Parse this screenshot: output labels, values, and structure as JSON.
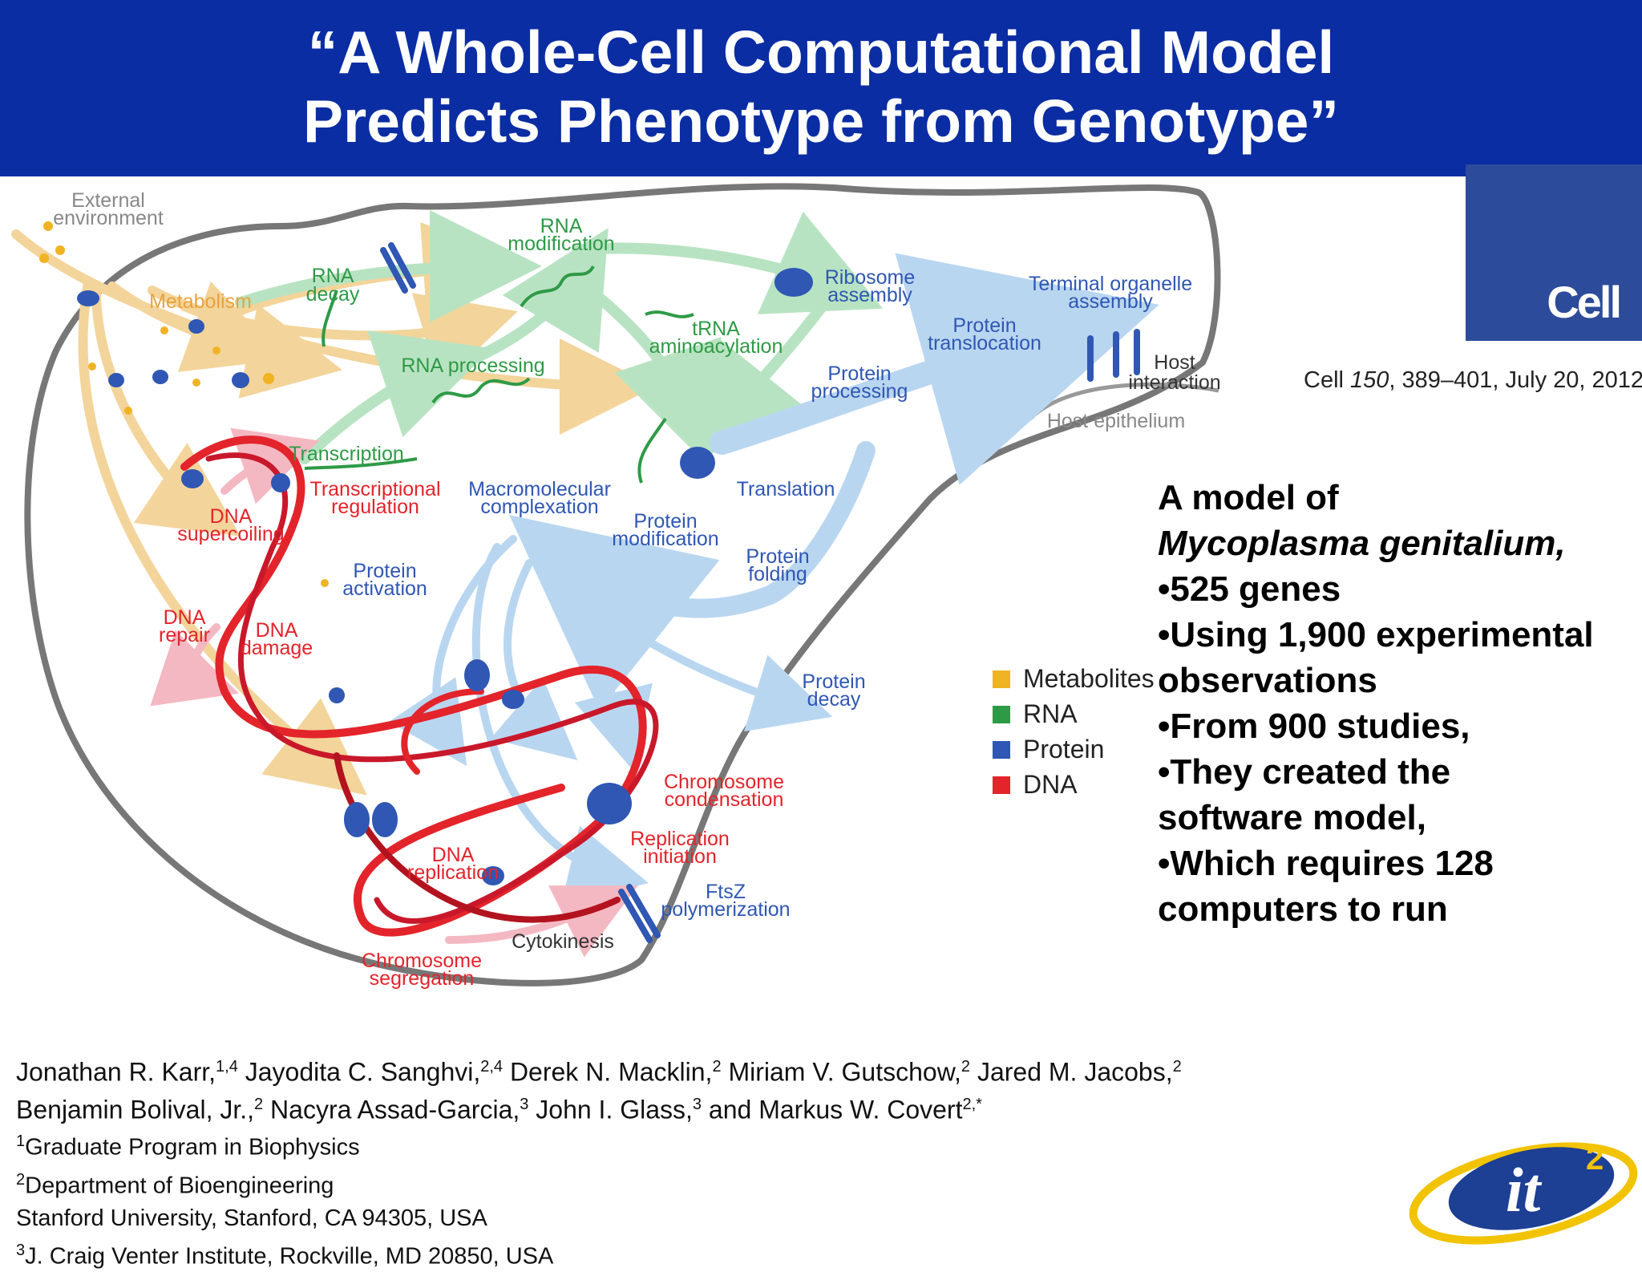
{
  "title": {
    "line1": "“A Whole-Cell Computational Model",
    "line2": "Predicts Phenotype from Genotype”"
  },
  "journal_logo": "Cell",
  "citation": {
    "journal": "Cell",
    "volume": "150",
    "pages_date": ", 389–401, July 20, 2012"
  },
  "summary": {
    "line1": "A model of",
    "line2": "Mycoplasma genitalium,",
    "bullets": [
      "•525 genes",
      "•Using 1,900 experimental",
      "observations",
      "•From 900 studies,",
      "•They created the",
      "software model,",
      "•Which requires 128",
      "computers to run"
    ]
  },
  "legend": [
    {
      "label": "Metabolites",
      "color": "#f0b323"
    },
    {
      "label": "RNA",
      "color": "#2e9a46"
    },
    {
      "label": "Protein",
      "color": "#2f57b3"
    },
    {
      "label": "DNA",
      "color": "#e3242b"
    }
  ],
  "diagram_labels": {
    "external_env_1": "External",
    "external_env_2": "environment",
    "metabolism": "Metabolism",
    "rna_decay_1": "RNA",
    "rna_decay_2": "decay",
    "rna_mod_1": "RNA",
    "rna_mod_2": "modification",
    "ribosome_1": "Ribosome",
    "ribosome_2": "assembly",
    "terminal_1": "Terminal organelle",
    "terminal_2": "assembly",
    "trna_1": "tRNA",
    "trna_2": "aminoacylation",
    "protein_transloc_1": "Protein",
    "protein_transloc_2": "translocation",
    "host_1": "Host",
    "host_2": "interaction",
    "host_epithelium": "Host epithelium",
    "rna_processing": "RNA processing",
    "protein_processing_1": "Protein",
    "protein_processing_2": "processing",
    "transcription": "Transcription",
    "transcriptional_reg_1": "Transcriptional",
    "transcriptional_reg_2": "regulation",
    "macromolecular_1": "Macromolecular",
    "macromolecular_2": "complexation",
    "translation": "Translation",
    "dna_supercoiling_1": "DNA",
    "dna_supercoiling_2": "supercoiling",
    "protein_mod_1": "Protein",
    "protein_mod_2": "modification",
    "protein_activation_1": "Protein",
    "protein_activation_2": "activation",
    "protein_folding_1": "Protein",
    "protein_folding_2": "folding",
    "dna_repair_1": "DNA",
    "dna_repair_2": "repair",
    "dna_damage_1": "DNA",
    "dna_damage_2": "damage",
    "protein_decay_1": "Protein",
    "protein_decay_2": "decay",
    "chromosome_cond_1": "Chromosome",
    "chromosome_cond_2": "condensation",
    "replication_init_1": "Replication",
    "replication_init_2": "initiation",
    "dna_replication_1": "DNA",
    "dna_replication_2": "replication",
    "ftsz_1": "FtsZ",
    "ftsz_2": "polymerization",
    "cytokinesis": "Cytokinesis",
    "chromosome_seg_1": "Chromosome",
    "chromosome_seg_2": "segregation"
  },
  "authors": {
    "line1": [
      {
        "name": "Jonathan R. Karr,",
        "sup": "1,4"
      },
      {
        "name": " Jayodita C. Sanghvi,",
        "sup": "2,4"
      },
      {
        "name": " Derek N. Macklin,",
        "sup": "2"
      },
      {
        "name": " Miriam V. Gutschow,",
        "sup": "2"
      },
      {
        "name": " Jared M. Jacobs,",
        "sup": "2"
      }
    ],
    "line2": [
      {
        "name": "Benjamin Bolival, Jr.,",
        "sup": "2"
      },
      {
        "name": " Nacyra Assad-Garcia,",
        "sup": "3"
      },
      {
        "name": " John I. Glass,",
        "sup": "3"
      },
      {
        "name": " and Markus W. Covert",
        "sup": "2,*"
      }
    ],
    "affiliations": [
      {
        "sup": "1",
        "text": "Graduate Program in Biophysics"
      },
      {
        "sup": "2",
        "text": "Department of Bioengineering"
      },
      {
        "sup": "",
        "text": "Stanford University, Stanford, CA 94305, USA"
      },
      {
        "sup": "3",
        "text": "J. Craig Venter Institute, Rockville, MD 20850, USA"
      }
    ]
  },
  "bottom_logo": {
    "main": "it",
    "sup": "2"
  }
}
